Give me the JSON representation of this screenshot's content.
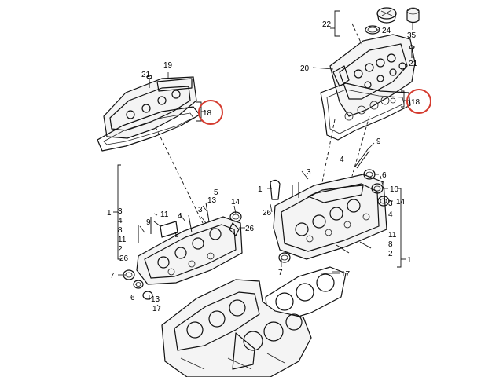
{
  "diagram": {
    "highlight_color": "#d43b2f",
    "callouts": {
      "n22": "22",
      "n24": "24",
      "n35": "35",
      "n21r": "21",
      "n20": "20",
      "n18r": "18",
      "n19": "19",
      "n21l": "21",
      "n18l": "18",
      "n9r": "9",
      "n3rtop": "3",
      "n4rtop": "4",
      "n6": "6",
      "n10": "10",
      "n1rtop": "1",
      "n14r": "14",
      "n26r": "26",
      "n3rb": "3",
      "n4rb": "4",
      "n11rb": "11",
      "n8rb": "8",
      "n2rb": "2",
      "n1rb": "1",
      "n7r": "7",
      "n17r": "17",
      "n5l": "5",
      "n13l": "13",
      "n3l": "3",
      "n14l": "14",
      "n11l": "11",
      "n9l": "9",
      "n4l": "4",
      "n8l": "8",
      "n26l": "26",
      "n1l": "1",
      "n3lb": "3",
      "n4lb": "4",
      "n8lb": "8",
      "n11lb": "11",
      "n2lb": "2",
      "n26lb": "26",
      "n7l": "7",
      "n6l": "6",
      "n13lb": "13",
      "n17l": "17"
    }
  }
}
